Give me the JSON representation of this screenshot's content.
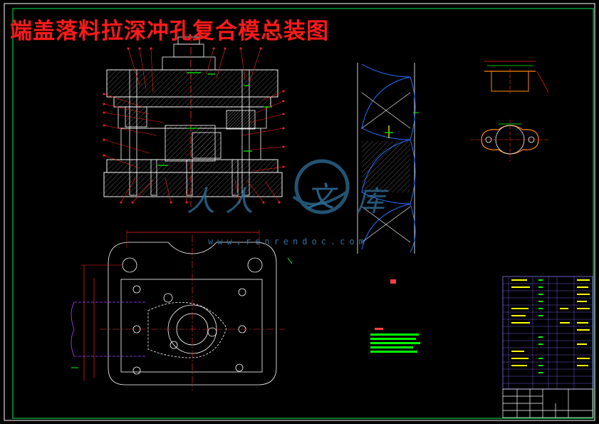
{
  "drawing": {
    "title": "端盖落料拉深冲孔复合模总装图"
  },
  "watermark": {
    "chars": [
      "人",
      "人",
      "文",
      "库"
    ],
    "url": "www.renrendoc.com"
  },
  "colors": {
    "background": "#000000",
    "frame": "#ffffff",
    "inner_frame": "#00c040",
    "title": "#ff1a1a",
    "geometry": "#ffffff",
    "centerline": "#ff3030",
    "hatch": "#c0c0c0",
    "leader": "#ff2020",
    "dimension": "#00ff00",
    "part_outline": "#ff8800",
    "blue_profile": "#2a6fff",
    "table_lines": "#6a5acd",
    "table_text": "#ffff00",
    "watermark": "#2e6f99"
  },
  "icons": {
    "watermark_logo": "renrendoc-circle-logo"
  }
}
